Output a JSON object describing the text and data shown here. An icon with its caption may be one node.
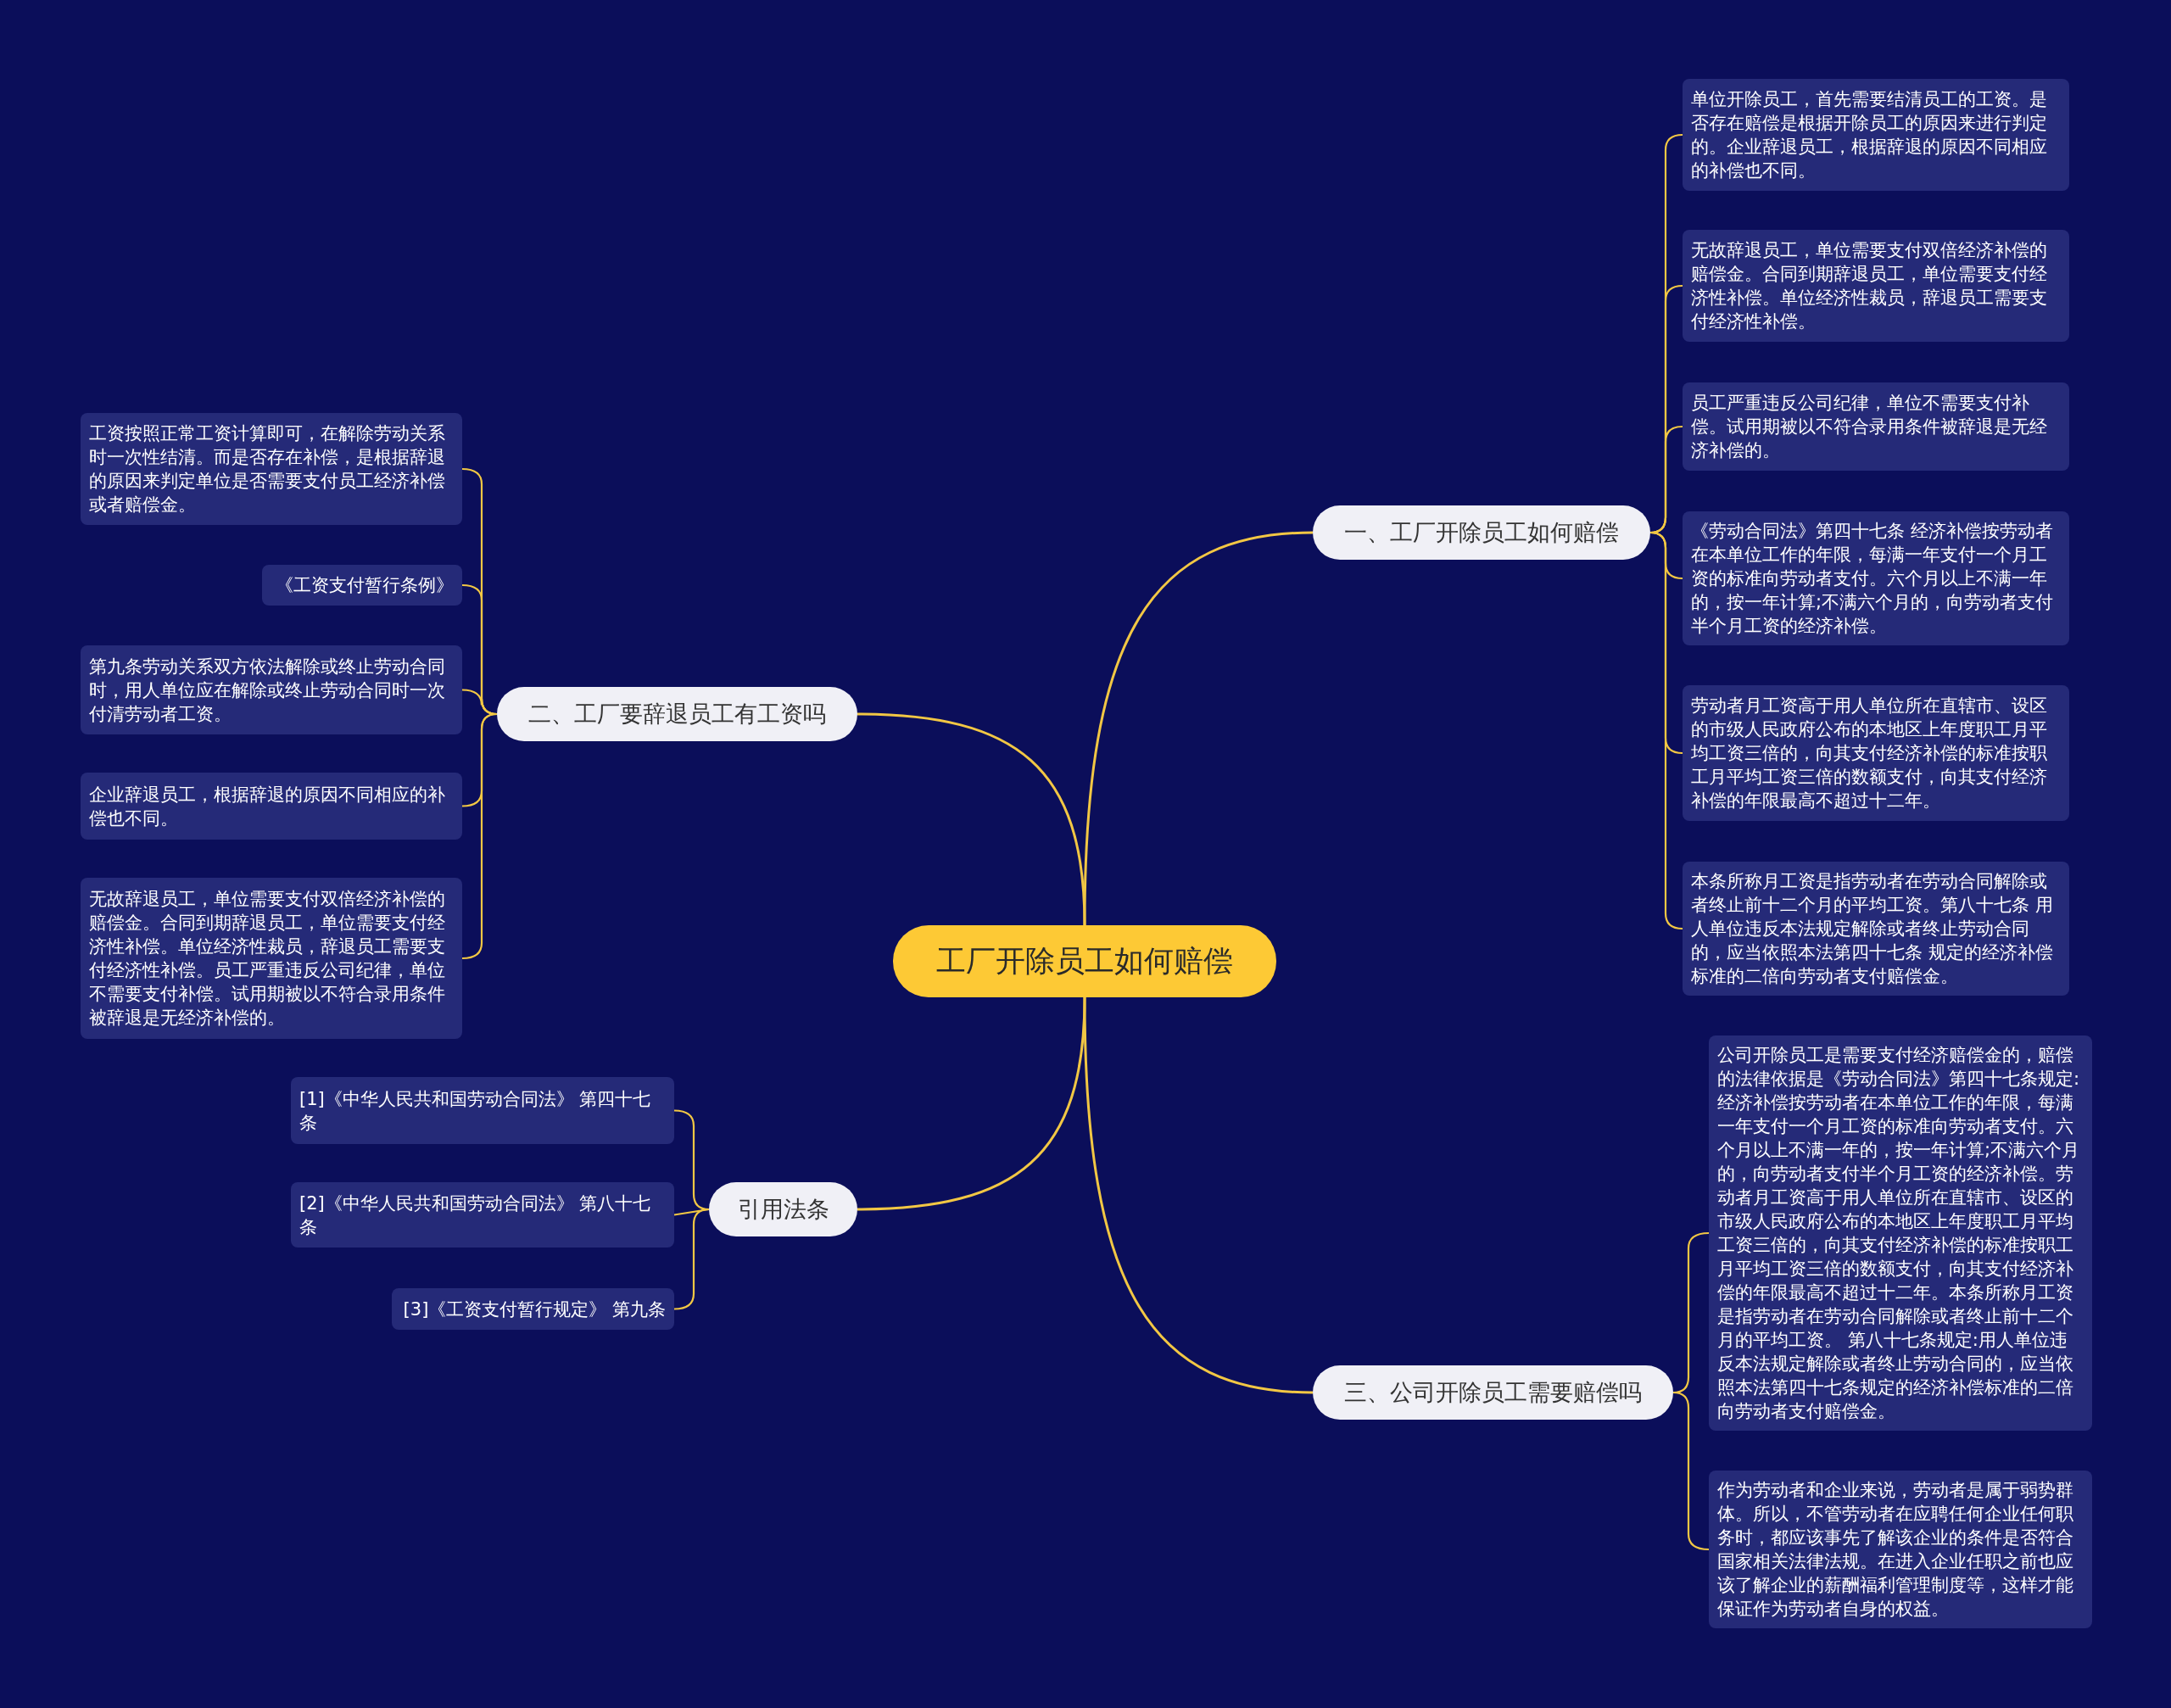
{
  "diagram": {
    "nodes": [
      {
        "text": [
          "工厂开除员工如何赔偿"
        ]
      },
      {
        "text": [
          "一、工厂开除员工如何赔偿"
        ]
      },
      {
        "text": [
          "单位开除员工，首先需要结清员工的工资。是否存在赔偿是根据开除员工的原因来进行判定的。企业辞退员工，根据辞退的原因不同相应的补偿也不同。"
        ]
      },
      {
        "text": [
          "无故辞退员工，单位需要支付双倍经济补偿的赔偿金。合同到期辞退员工，单位需要支付经济性补偿。单位经济性裁员，辞退员工需要支付经济性补偿。"
        ]
      },
      {
        "text": [
          "员工严重违反公司纪律，单位不需要支付补偿。试用期被以不符合录用条件被辞退是无经济补偿的。"
        ]
      },
      {
        "text": [
          "《劳动合同法》第四十七条 经济补偿按劳动者在本单位工作的年限，每满一年支付一个月工资的标准向劳动者支付。六个月以上不满一年的，按一年计算;不满六个月的，向劳动者支付半个月工资的经济补偿。"
        ]
      },
      {
        "text": [
          "劳动者月工资高于用人单位所在直辖市、设区的市级人民政府公布的本地区上年度职工月平均工资三倍的，向其支付经济补偿的标准按职工月平均工资三倍的数额支付，向其支付经济补偿的年限最高不超过十二年。"
        ]
      },
      {
        "text": [
          "本条所称月工资是指劳动者在劳动合同解除或者终止前十二个月的平均工资。第八十七条 用人单位违反本法规定解除或者终止劳动合同的，应当依照本法第四十七条 规定的经济补偿标准的二倍向劳动者支付赔偿金。"
        ]
      },
      {
        "text": [
          "二、工厂要辞退员工有工资吗"
        ]
      },
      {
        "text": [
          "工资按照正常工资计算即可，在解除劳动关系时一次性结清。而是否存在补偿，是根据辞退的原因来判定单位是否需要支付员工经济补偿或者赔偿金。"
        ]
      },
      {
        "text": [
          "《工资支付暂行条例》"
        ]
      },
      {
        "text": [
          "第九条劳动关系双方依法解除或终止劳动合同时，用人单位应在解除或终止劳动合同时一次付清劳动者工资。"
        ]
      },
      {
        "text": [
          "企业辞退员工，根据辞退的原因不同相应的补偿也不同。"
        ]
      },
      {
        "text": [
          "无故辞退员工，单位需要支付双倍经济补偿的赔偿金。合同到期辞退员工，单位需要支付经济性补偿。单位经济性裁员，辞退员工需要支付经济性补偿。员工严重违反公司纪律，单位不需要支付补偿。试用期被以不符合录用条件被辞退是无经济补偿的。"
        ]
      },
      {
        "text": [
          "引用法条"
        ]
      },
      {
        "text": [
          "[1]《中华人民共和国劳动合同法》 第四十七条"
        ]
      },
      {
        "text": [
          "[2]《中华人民共和国劳动合同法》 第八十七条"
        ]
      },
      {
        "text": [
          "[3]《工资支付暂行规定》 第九条"
        ]
      },
      {
        "text": [
          "三、公司开除员工需要赔偿吗"
        ]
      },
      {
        "text": [
          "公司开除员工是需要支付经济赔偿金的，赔偿的法律依据是《劳动合同法》第四十七条规定:经济补偿按劳动者在本单位工作的年限，每满一年支付一个月工资的标准向劳动者支付。六个月以上不满一年的，按一年计算;不满六个月的，向劳动者支付半个月工资的经济补偿。劳动者月工资高于用人单位所在直辖市、设区的市级人民政府公布的本地区上年度职工月平均工资三倍的，向其支付经济补偿的标准按职工月平均工资三倍的数额支付，向其支付经济补偿的年限最高不超过十二年。本条所称月工资是指劳动者在劳动合同解除或者终止前十二个月的平均工资。 第八十七条规定:用人单位违反本法规定解除或者终止劳动合同的，应当依照本法第四十七条规定的经济补偿标准的二倍向劳动者支付赔偿金。"
        ]
      },
      {
        "text": [
          "作为劳动者和企业来说，劳动者是属于弱势群体。所以，不管劳动者在应聘任何企业任何职务时，都应该事先了解该企业的条件是否符合国家相关法律法规。在进入企业任职之前也应该了解企业的薪酬福利管理制度等，这样才能保证作为劳动者自身的权益。"
        ]
      }
    ],
    "edges": [
      {
        "from": 0,
        "to": 1,
        "arrow": "none"
      },
      {
        "from": 1,
        "to": 2,
        "arrow": "none"
      },
      {
        "from": 1,
        "to": 3,
        "arrow": "none"
      },
      {
        "from": 1,
        "to": 4,
        "arrow": "none"
      },
      {
        "from": 1,
        "to": 5,
        "arrow": "none"
      },
      {
        "from": 1,
        "to": 6,
        "arrow": "none"
      },
      {
        "from": 1,
        "to": 7,
        "arrow": "none"
      },
      {
        "from": 0,
        "to": 8,
        "arrow": "none"
      },
      {
        "from": 8,
        "to": 9,
        "arrow": "none"
      },
      {
        "from": 8,
        "to": 10,
        "arrow": "none"
      },
      {
        "from": 8,
        "to": 11,
        "arrow": "none"
      },
      {
        "from": 8,
        "to": 12,
        "arrow": "none"
      },
      {
        "from": 8,
        "to": 13,
        "arrow": "none"
      },
      {
        "from": 0,
        "to": 14,
        "arrow": "none"
      },
      {
        "from": 14,
        "to": 15,
        "arrow": "none"
      },
      {
        "from": 14,
        "to": 16,
        "arrow": "none"
      },
      {
        "from": 14,
        "to": 17,
        "arrow": "none"
      },
      {
        "from": 0,
        "to": 18,
        "arrow": "none"
      },
      {
        "from": 18,
        "to": 19,
        "arrow": "none"
      },
      {
        "from": 18,
        "to": 20,
        "arrow": "none"
      }
    ]
  }
}
